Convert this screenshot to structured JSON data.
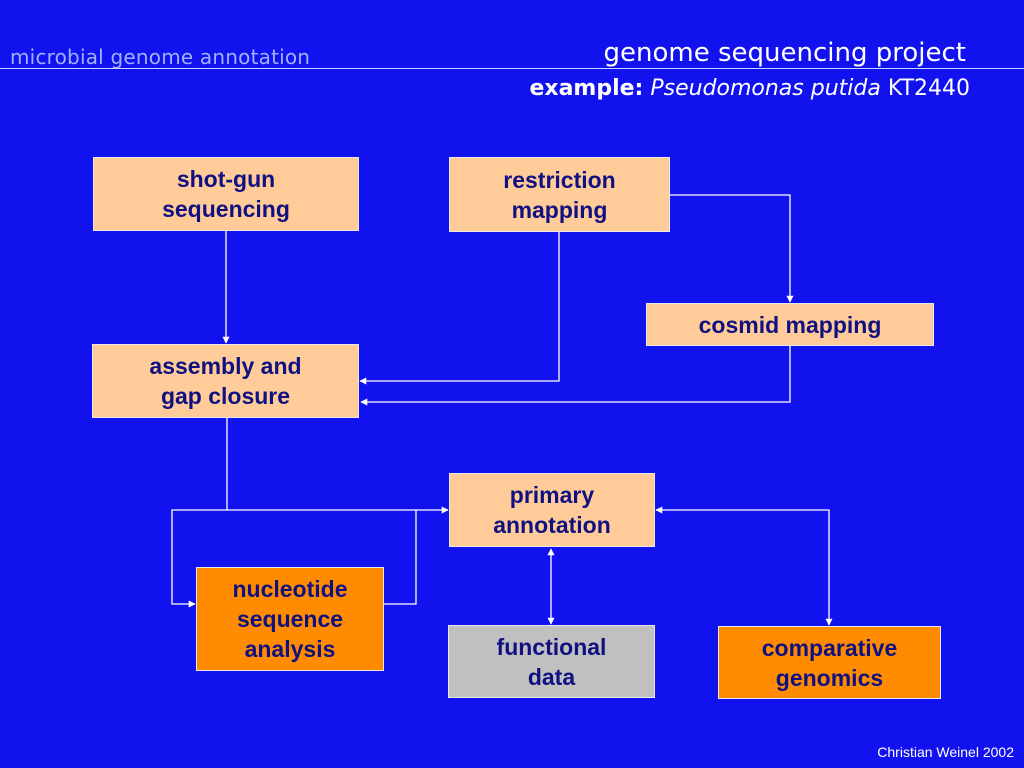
{
  "header": {
    "section": "microbial genome annotation",
    "title": "genome sequencing project",
    "subtitle_label": "example:",
    "subtitle_organism": "Pseudomonas putida",
    "subtitle_strain": "KT2440"
  },
  "boxes": {
    "shotgun": "shot-gun\nsequencing",
    "restriction": "restriction\nmapping",
    "cosmid": "cosmid mapping",
    "assembly": "assembly and\ngap closure",
    "primary": "primary\nannotation",
    "nucleotide": "nucleotide\nsequence\nanalysis",
    "functional": "functional\ndata",
    "comparative": "comparative\ngenomics"
  },
  "colors": {
    "background": "#1212EE",
    "box_default": "#FFCC99",
    "box_highlight": "#FF8C00",
    "box_grey": "#C0C0C0",
    "box_text": "#101080",
    "connector": "#FFFFFF"
  },
  "footer": {
    "credit": "Christian Weinel 2002"
  }
}
